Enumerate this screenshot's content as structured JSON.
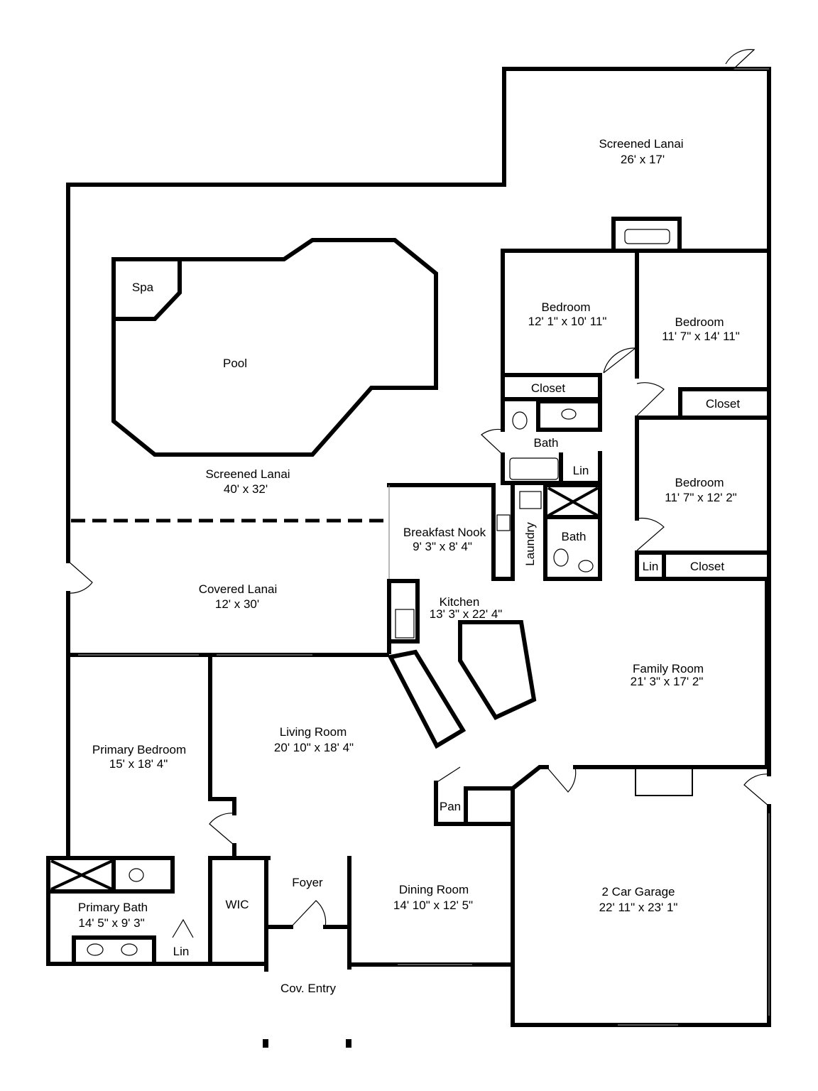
{
  "rooms": {
    "screened_lanai_upper": {
      "name": "Screened Lanai",
      "size": "26' x 17'"
    },
    "spa": {
      "name": "Spa"
    },
    "pool": {
      "name": "Pool"
    },
    "screened_lanai_main": {
      "name": "Screened Lanai",
      "size": "40' x 32'"
    },
    "covered_lanai": {
      "name": "Covered Lanai",
      "size": "12' x 30'"
    },
    "bedroom_1": {
      "name": "Bedroom",
      "size": "12' 1\" x 10' 11\""
    },
    "bedroom_2": {
      "name": "Bedroom",
      "size": "11' 7\" x 14' 11\""
    },
    "bedroom_3": {
      "name": "Bedroom",
      "size": "11' 7\" x 12' 2\""
    },
    "closet_1": {
      "name": "Closet"
    },
    "closet_2": {
      "name": "Closet"
    },
    "closet_3": {
      "name": "Closet"
    },
    "bath_1": {
      "name": "Bath"
    },
    "bath_2": {
      "name": "Bath"
    },
    "lin_1": {
      "name": "Lin"
    },
    "lin_2": {
      "name": "Lin"
    },
    "lin_3": {
      "name": "Lin"
    },
    "laundry": {
      "name": "Laundry"
    },
    "breakfast_nook": {
      "name": "Breakfast Nook",
      "size": "9' 3\" x 8' 4\""
    },
    "kitchen": {
      "name": "Kitchen",
      "size": "13' 3\" x 22' 4\""
    },
    "family_room": {
      "name": "Family Room",
      "size": "21' 3\" x 17' 2\""
    },
    "living_room": {
      "name": "Living Room",
      "size": "20' 10\" x 18' 4\""
    },
    "primary_bedroom": {
      "name": "Primary Bedroom",
      "size": "15' x 18' 4\""
    },
    "primary_bath": {
      "name": "Primary Bath",
      "size": "14' 5\" x 9' 3\""
    },
    "wic": {
      "name": "WIC"
    },
    "foyer": {
      "name": "Foyer"
    },
    "pantry": {
      "name": "Pan"
    },
    "dining_room": {
      "name": "Dining Room",
      "size": "14' 10\" x 12' 5\""
    },
    "garage": {
      "name": "2 Car Garage",
      "size": "22' 11\" x 23' 1\""
    },
    "cov_entry": {
      "name": "Cov. Entry"
    }
  }
}
